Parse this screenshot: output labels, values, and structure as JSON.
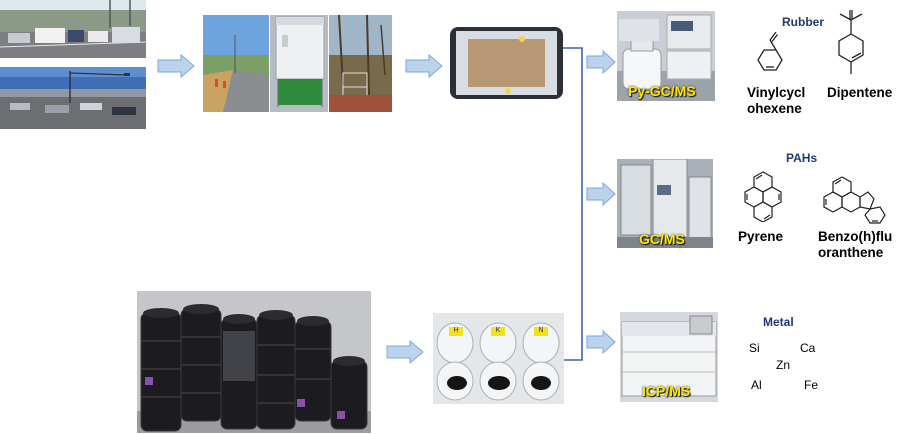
{
  "instruments": {
    "pygcms": "Py-GC/MS",
    "gcms": "GC/MS",
    "icpms": "ICP/MS"
  },
  "categories": {
    "rubber": "Rubber",
    "pahs": "PAHs",
    "metal": "Metal"
  },
  "compounds": {
    "rubber": [
      {
        "line1": "Vinylcycl",
        "line2": "ohexene"
      },
      {
        "line1": "Dipentene",
        "line2": ""
      }
    ],
    "pahs": [
      {
        "line1": "Pyrene",
        "line2": ""
      },
      {
        "line1": "Benzo(h)flu",
        "line2": "oranthene"
      }
    ]
  },
  "metals": [
    "Si",
    "Ca",
    "Zn",
    "Al",
    "Fe"
  ],
  "vial_labels": [
    "H",
    "K",
    "N"
  ],
  "colors": {
    "arrow_fill": "#bcd3ee",
    "arrow_stroke": "#7ea6d8",
    "connector": "#3a64a8",
    "category_text": "#1f3a73",
    "caption_text": "#ffe600"
  }
}
